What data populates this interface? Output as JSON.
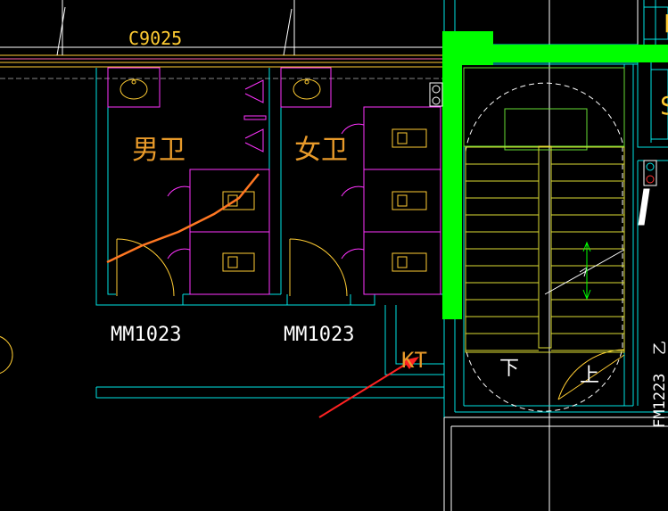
{
  "labels": {
    "window": "C9025",
    "room_male": "男卫",
    "room_female": "女卫",
    "door_male": "MM1023",
    "door_female": "MM1023",
    "kt": "KT",
    "stair_down": "下",
    "stair_up": "上",
    "fire_door": "FM1223",
    "fire_door_suffix": "乙",
    "top_right": "P",
    "right_mid": "S"
  },
  "colors": {
    "background": "#000000",
    "wall": "#00e5e5",
    "window_lines": "#ffcc33",
    "fixtures": "#ff33ff",
    "stairs": "#dddd33",
    "landing": "#66dd33",
    "text": "#ffcc33",
    "grid": "#ffffff",
    "column": "#00ff00",
    "cable": "#ff7722",
    "arrow": "#ff2222"
  }
}
